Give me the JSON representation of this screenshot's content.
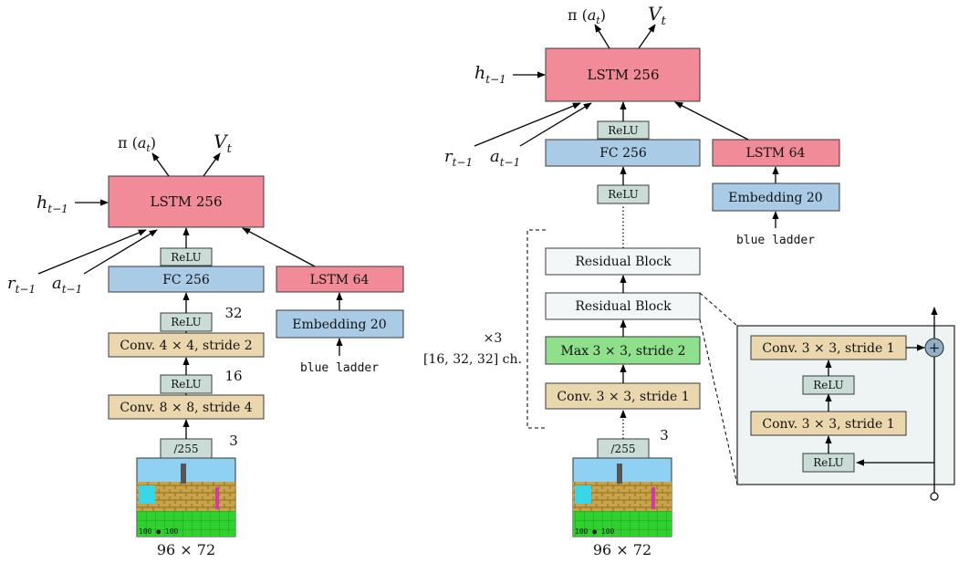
{
  "colors": {
    "lstm": "#f28b98",
    "fc": "#a9cbe6",
    "relu": "#c9ddd6",
    "conv": "#ead7ad",
    "maxpool": "#8fe08a",
    "residual": "#f3f7f8",
    "inset_bg": "#eef4f4",
    "add_node": "#8fb0c4"
  },
  "left_net": {
    "output_policy": "π (a_t)",
    "output_value": "V_t",
    "hidden_in": "h_{t−1}",
    "reward_in": "r_{t−1}",
    "action_in": "a_{t−1}",
    "core_lstm": "LSTM 256",
    "relu_top": "ReLU",
    "fc": "FC 256",
    "relu_2": "ReLU",
    "conv2": "Conv. 4 × 4, stride 2",
    "relu_1": "ReLU",
    "conv1": "Conv. 8 × 8, stride 4",
    "normalize": "/255",
    "ch_conv2": "32",
    "ch_conv1": "16",
    "ch_input": "3",
    "frame_size": "96 × 72",
    "lang_lstm": "LSTM 64",
    "embedding": "Embedding 20",
    "instruction": "blue ladder"
  },
  "right_net": {
    "output_policy": "π (a_t)",
    "output_value": "V_t",
    "hidden_in": "h_{t−1}",
    "reward_in": "r_{t−1}",
    "action_in": "a_{t−1}",
    "core_lstm": "LSTM 256",
    "relu_top": "ReLU",
    "fc": "FC 256",
    "relu_mid": "ReLU",
    "res_block_2": "Residual Block",
    "res_block_1": "Residual Block",
    "maxpool": "Max 3 × 3, stride 2",
    "conv": "Conv. 3 × 3, stride 1",
    "normalize": "/255",
    "ch_input": "3",
    "frame_size": "96 × 72",
    "repeat_label": "×3",
    "repeat_channels": "[16, 32, 32] ch.",
    "lang_lstm": "LSTM 64",
    "embedding": "Embedding 20",
    "instruction": "blue ladder"
  },
  "residual_inset": {
    "conv_top": "Conv. 3 × 3, stride 1",
    "relu_top": "ReLU",
    "conv_bottom": "Conv. 3 × 3, stride 1",
    "relu_bottom": "ReLU",
    "add_symbol": "+"
  }
}
